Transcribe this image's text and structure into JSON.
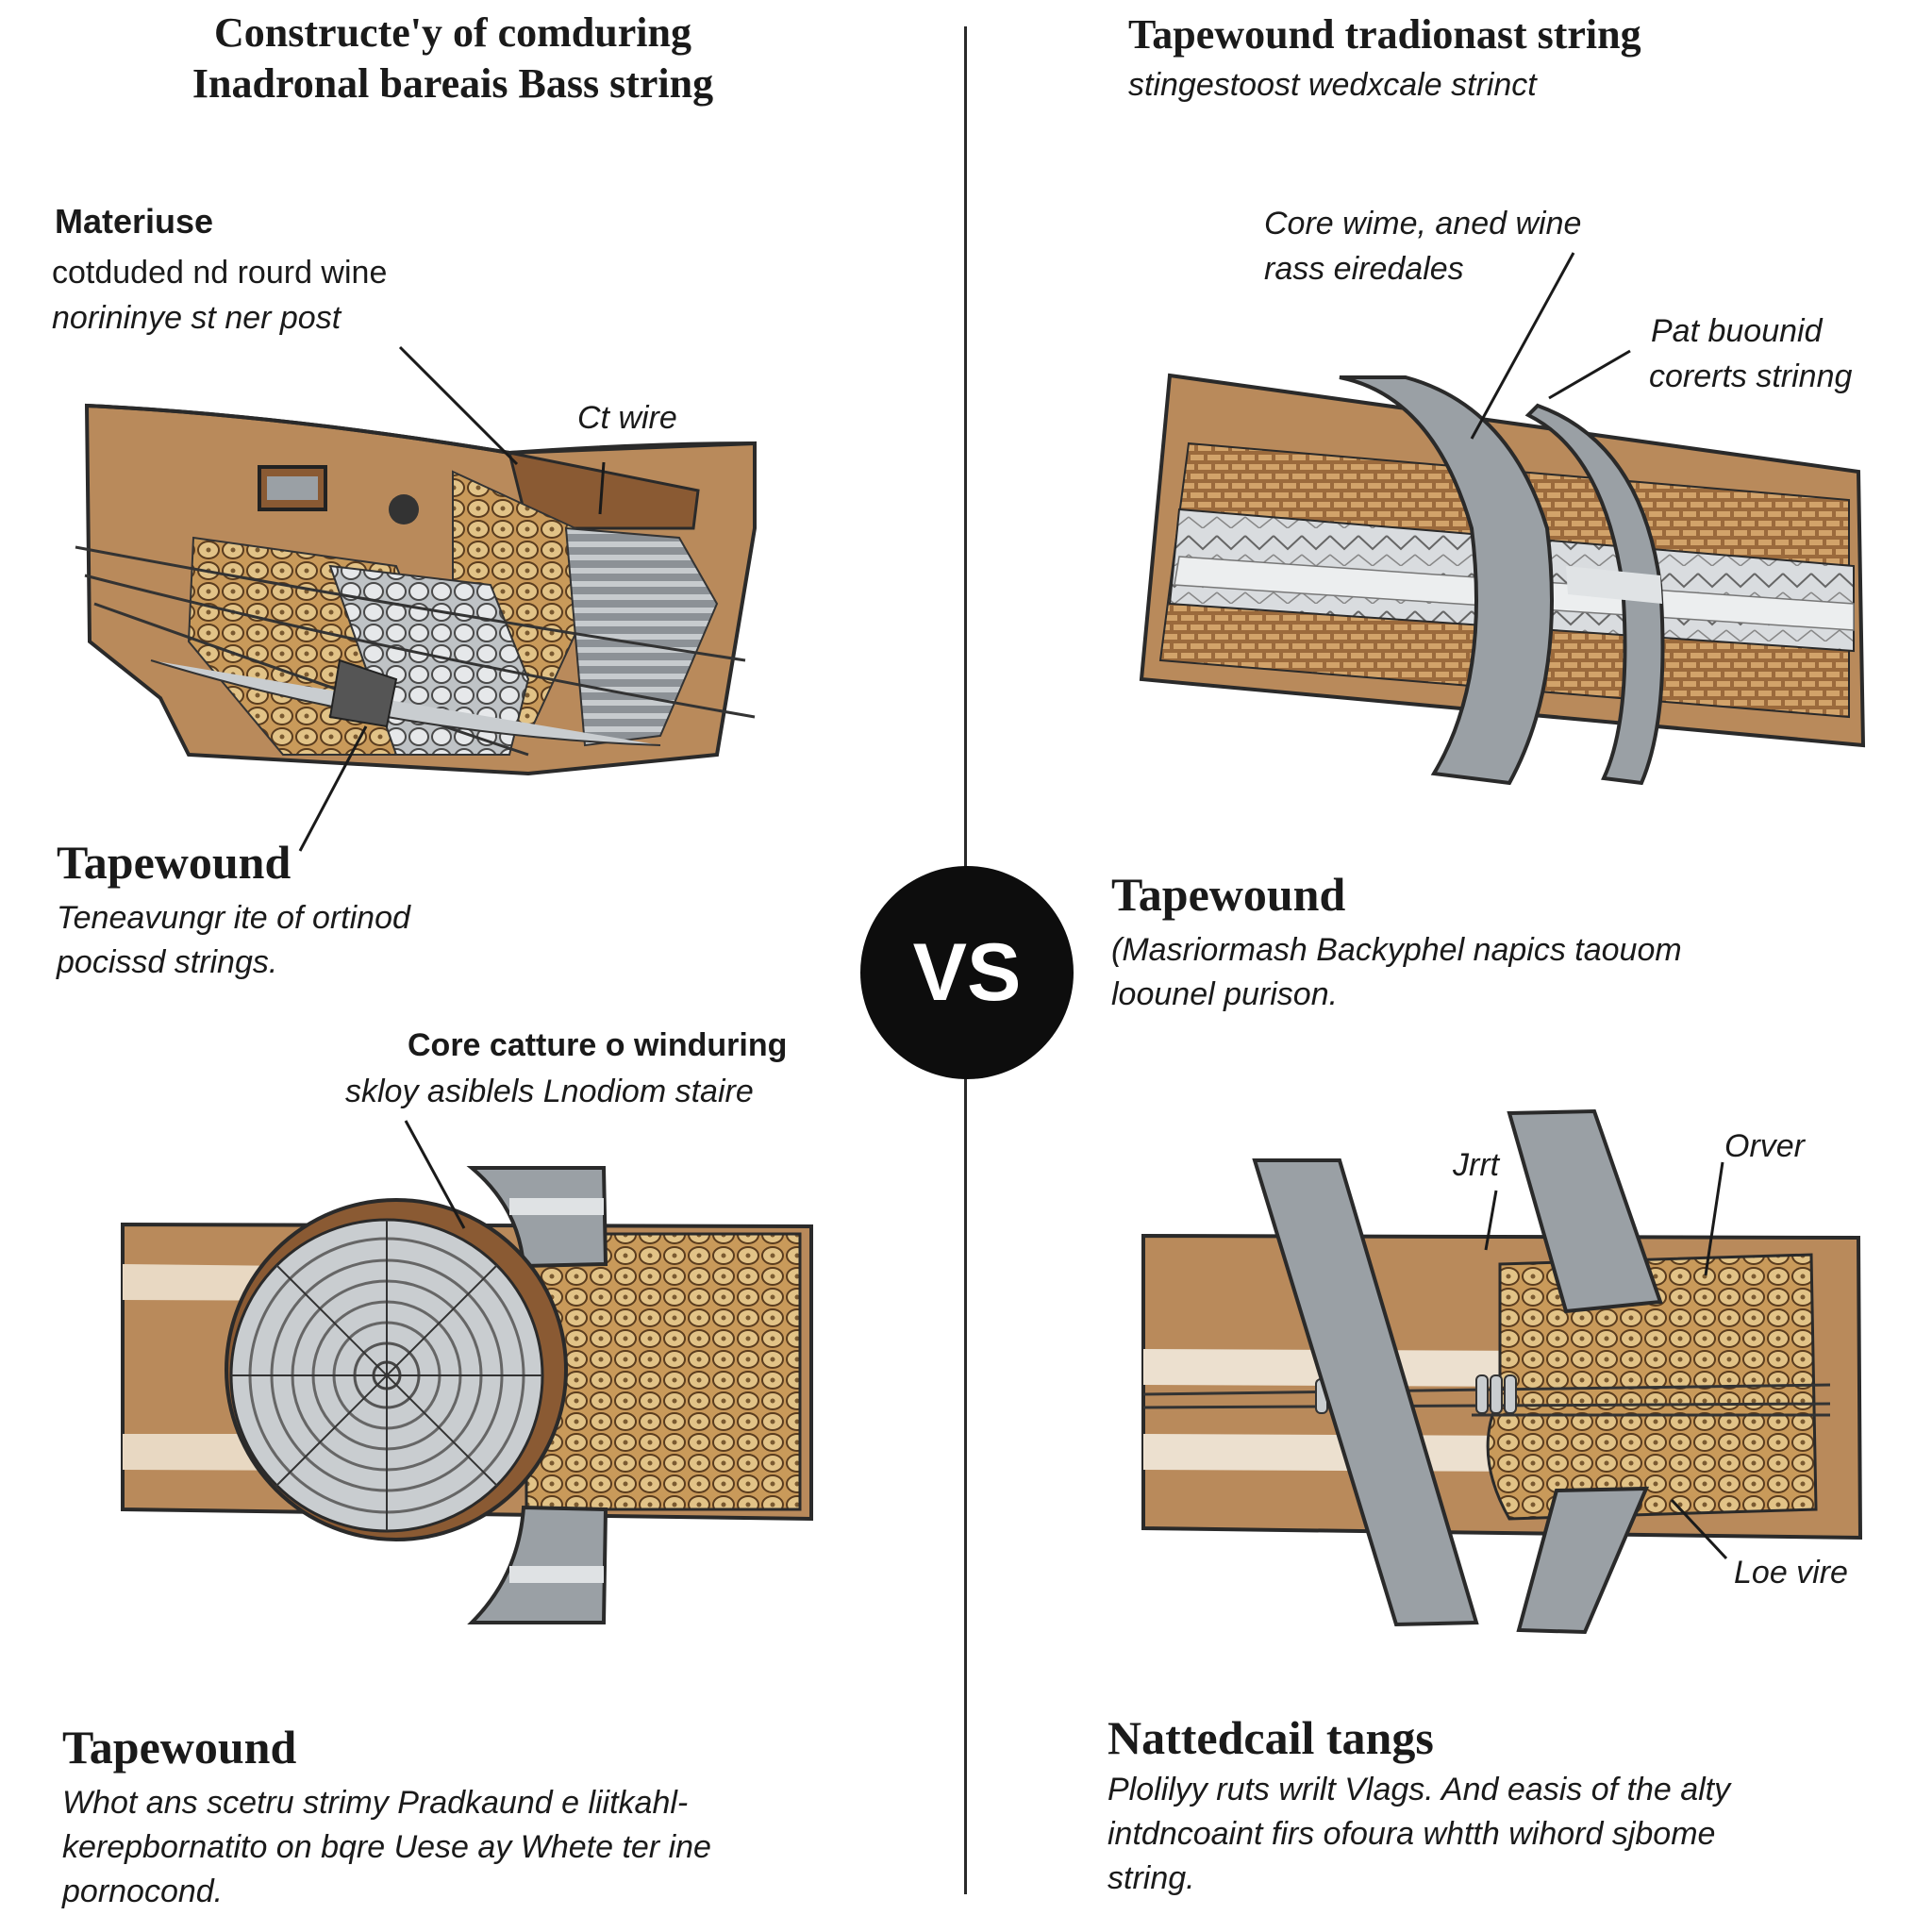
{
  "left": {
    "title_line1": "Constructe'y of comduring",
    "title_line2": "Inadronal bareais Bass string",
    "materials_heading": "Materiuse",
    "materials_line1": "cotduded nd  rourd wine",
    "materials_line2": "norininye st ner post",
    "callout_ct_wire": "Ct  wire",
    "tapewound1_heading": "Tapewound",
    "tapewound1_line1": "Teneavungr ite of ortinod",
    "tapewound1_line2": "pocissd strings.",
    "core_label_line1": "Core catture o winduring",
    "core_label_line2": "skloy asiblels Lnodiom staire",
    "tapewound2_heading": "Tapewound",
    "tapewound2_line1": "Whot ans scetru strimy Pradkaund e liitkahl-",
    "tapewound2_line2": "kerepbornatito on bqre Uese ay Whete ter ine",
    "tapewound2_line3": "pornocond."
  },
  "right": {
    "title": "Tapewound tradionast string",
    "subtitle": "stingestoost wedxcale  strinct",
    "callout_core_line1": "Core wime, aned wine",
    "callout_core_line2": "rass eiredales",
    "callout_pat_line1": "Pat buounid",
    "callout_pat_line2": "corerts strinng",
    "tapewound_heading": "Tapewound",
    "tapewound_line1": "(Masriormash Backyphel napics taouom",
    "tapewound_line2": "loounel purison.",
    "callout_jrrt": "Jrrt",
    "callout_orver": "Orver",
    "callout_loe_vire": "Loe vire",
    "natted_heading": "Nattedcail tangs",
    "natted_line1": "Plolilyy ruts wrilt  Vlags.  And easis of the alty",
    "natted_line2": "intdncoaint  firs ofoura whtth wihord sjbome",
    "natted_line3": "string."
  },
  "vs_label": "VS",
  "colors": {
    "wood_brown": "#b7885a",
    "dark_brown": "#8a5a33",
    "steel_grey": "#9aa0a5",
    "light_grey": "#d9dcdf",
    "bead_tan": "#d8b677",
    "ink": "#1a1a1a"
  }
}
